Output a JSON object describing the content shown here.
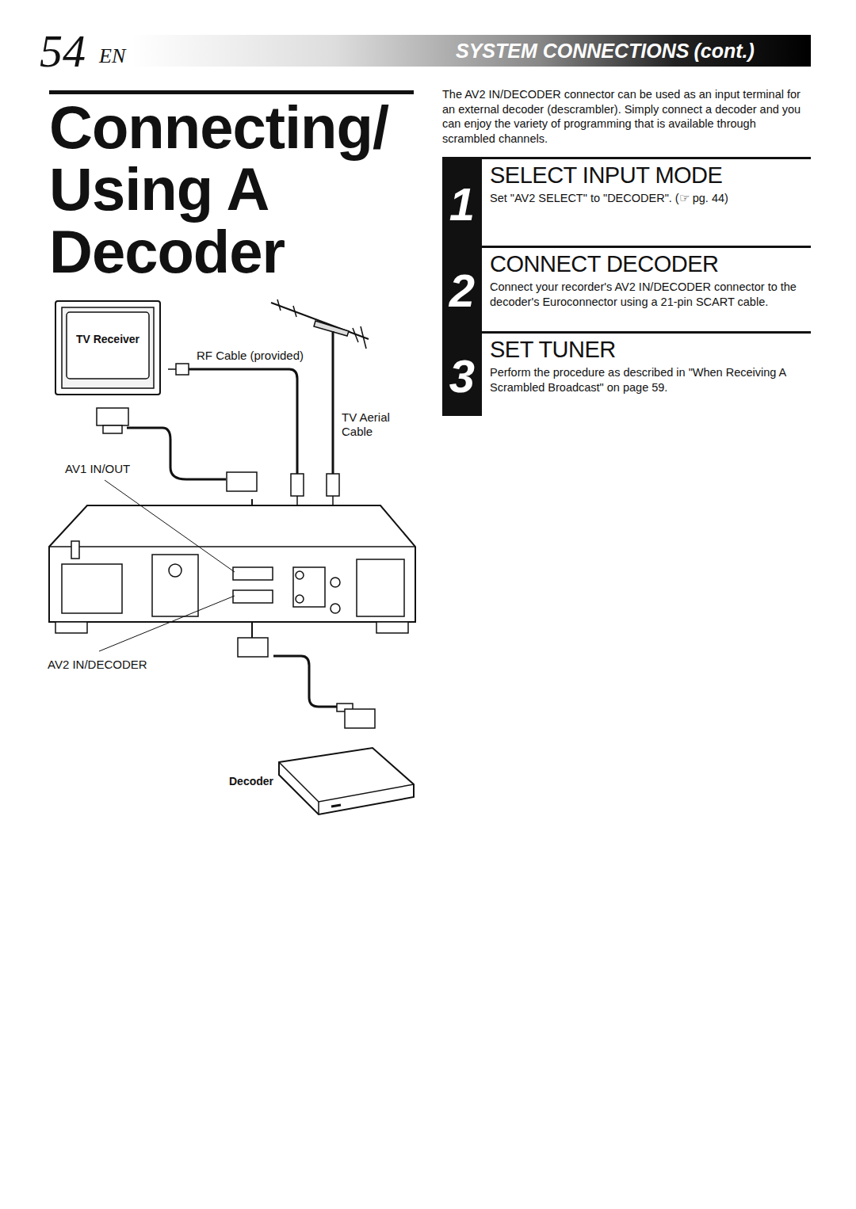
{
  "diagram": {
    "title": "Connecting/ Using A Decoder",
    "nodes": [
      {
        "text": [
          "TV Receiver"
        ]
      },
      {
        "text": [
          "Decoder"
        ]
      },
      {
        "text": [
          "1",
          "SELECT INPUT MODE",
          "Set \"AV2 SELECT\" to \"DECODER\". (☞ pg. 44)"
        ]
      },
      {
        "text": [
          "2",
          "CONNECT DECODER",
          "Connect your recorder's AV2 IN/DECODER connector to the decoder's Euroconnector using a 21-pin SCART cable."
        ]
      },
      {
        "text": [
          "3",
          "SET TUNER",
          "Perform the procedure as described in \"When Receiving A Scrambled Broadcast\" on page 59."
        ]
      }
    ],
    "labels": [
      "54",
      "EN",
      "SYSTEM CONNECTIONS",
      "(cont.)",
      "The AV2 IN/DECODER connector can be used as an input terminal for an external decoder (descrambler). Simply connect a decoder and you can enjoy the variety of programming that is available through scrambled channels.",
      "RF Cable (provided)",
      "TV Aerial Cable",
      "AV1 IN/OUT",
      "AV2 IN/DECODER"
    ]
  }
}
